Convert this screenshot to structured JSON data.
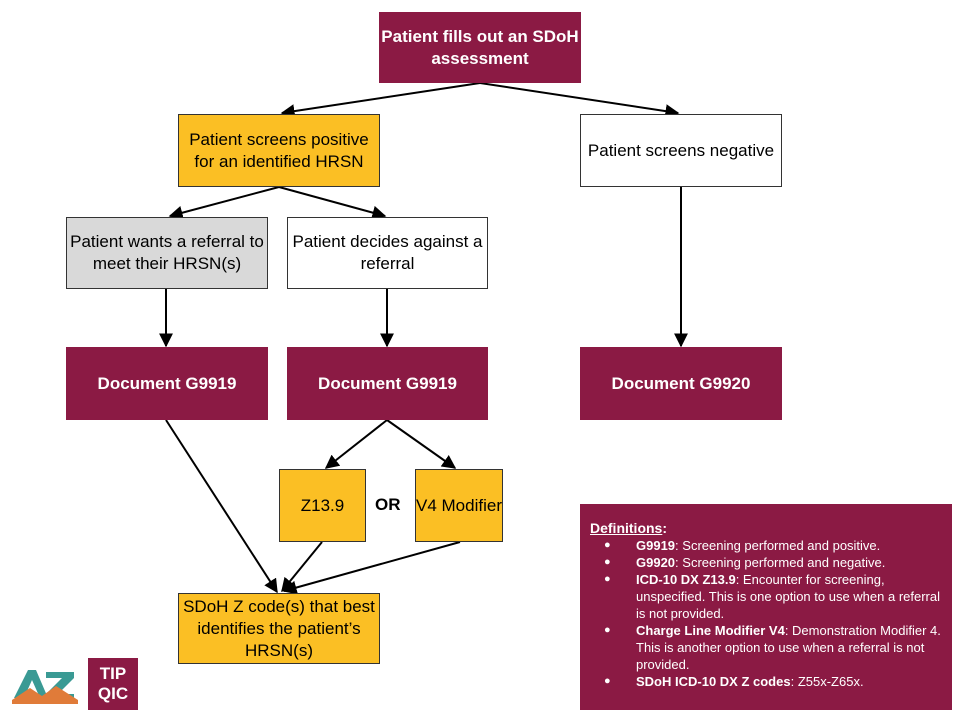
{
  "nodes": {
    "start": "Patient fills out an SDoH assessment",
    "positive": "Patient screens positive for an identified HRSN",
    "negative": "Patient screens negative",
    "wants_referral": "Patient wants a referral to meet their HRSN(s)",
    "against_referral": "Patient decides against a referral",
    "doc_g9919_a": "Document G9919",
    "doc_g9919_b": "Document G9919",
    "doc_g9920": "Document G9920",
    "z139": "Z13.9",
    "or_label": "OR",
    "v4": "V4 Modifier",
    "zcodes": "SDoH Z code(s) that best identifies the patient’s HRSN(s)"
  },
  "definitions": {
    "title": "Definitions",
    "title_colon": ":",
    "items": [
      {
        "term": "G9919",
        "desc": ": Screening performed and positive."
      },
      {
        "term": "G9920",
        "desc": ": Screening performed and negative."
      },
      {
        "term": "ICD-10 DX Z13.9",
        "desc": ": Encounter for screening, unspecified. This is one option to use when a referral is not provided."
      },
      {
        "term": "Charge Line Modifier V4",
        "desc": ": Demonstration Modifier 4. This is another option to use when a referral is not provided."
      },
      {
        "term": "SDoH ICD-10 DX Z codes",
        "desc": ": Z55x-Z65x."
      }
    ]
  },
  "logos": {
    "az": "AZ",
    "tip_line1": "TIP",
    "tip_line2": "QIC"
  },
  "colors": {
    "maroon": "#8b1a44",
    "gold": "#fbbf24",
    "gray": "#d9d9d9"
  }
}
